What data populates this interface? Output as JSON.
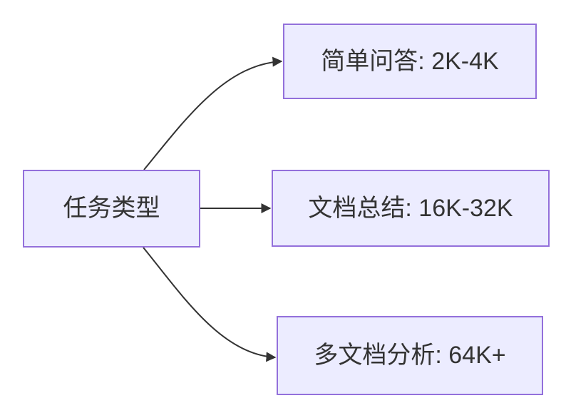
{
  "diagram": {
    "type": "flowchart",
    "root_label": "任务类型",
    "branches": [
      {
        "label": "简单问答: 2K-4K"
      },
      {
        "label": "文档总结: 16K-32K"
      },
      {
        "label": "多文档分析: 64K+"
      }
    ],
    "edges": [
      {
        "from": "任务类型",
        "to": "简单问答: 2K-4K"
      },
      {
        "from": "任务类型",
        "to": "文档总结: 16K-32K"
      },
      {
        "from": "任务类型",
        "to": "多文档分析: 64K+"
      }
    ],
    "colors": {
      "node_fill": "#ECECFF",
      "node_border": "#9370DB",
      "edge": "#333333",
      "text": "#333333",
      "background": "#FFFFFF"
    }
  }
}
